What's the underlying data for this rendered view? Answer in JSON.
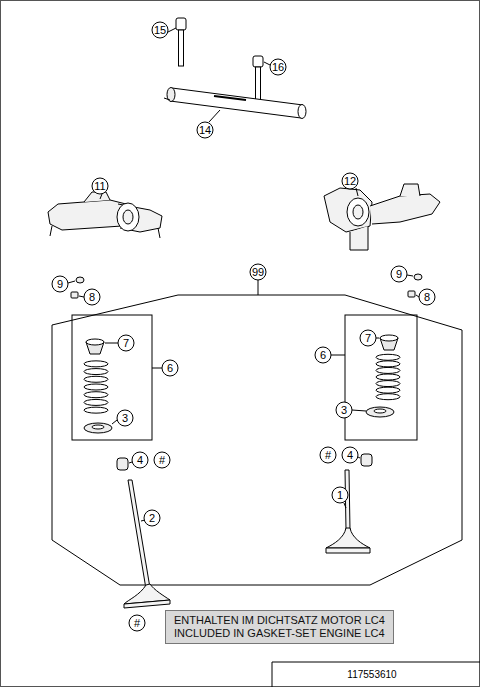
{
  "diagram": {
    "nodes": [
      {
        "text": [
          "ENTHALTEN IM DICHTSATZ MOTOR LC4",
          "INCLUDED IN GASKET-SET ENGINE LC4"
        ]
      }
    ],
    "labels": [
      "15",
      "16",
      "14",
      "11",
      "12",
      "99",
      "9",
      "8",
      "9",
      "8",
      "7",
      "6",
      "3",
      "7",
      "6",
      "3",
      "4",
      "#",
      "#",
      "4",
      "2",
      "1",
      "#",
      "117553610"
    ]
  }
}
